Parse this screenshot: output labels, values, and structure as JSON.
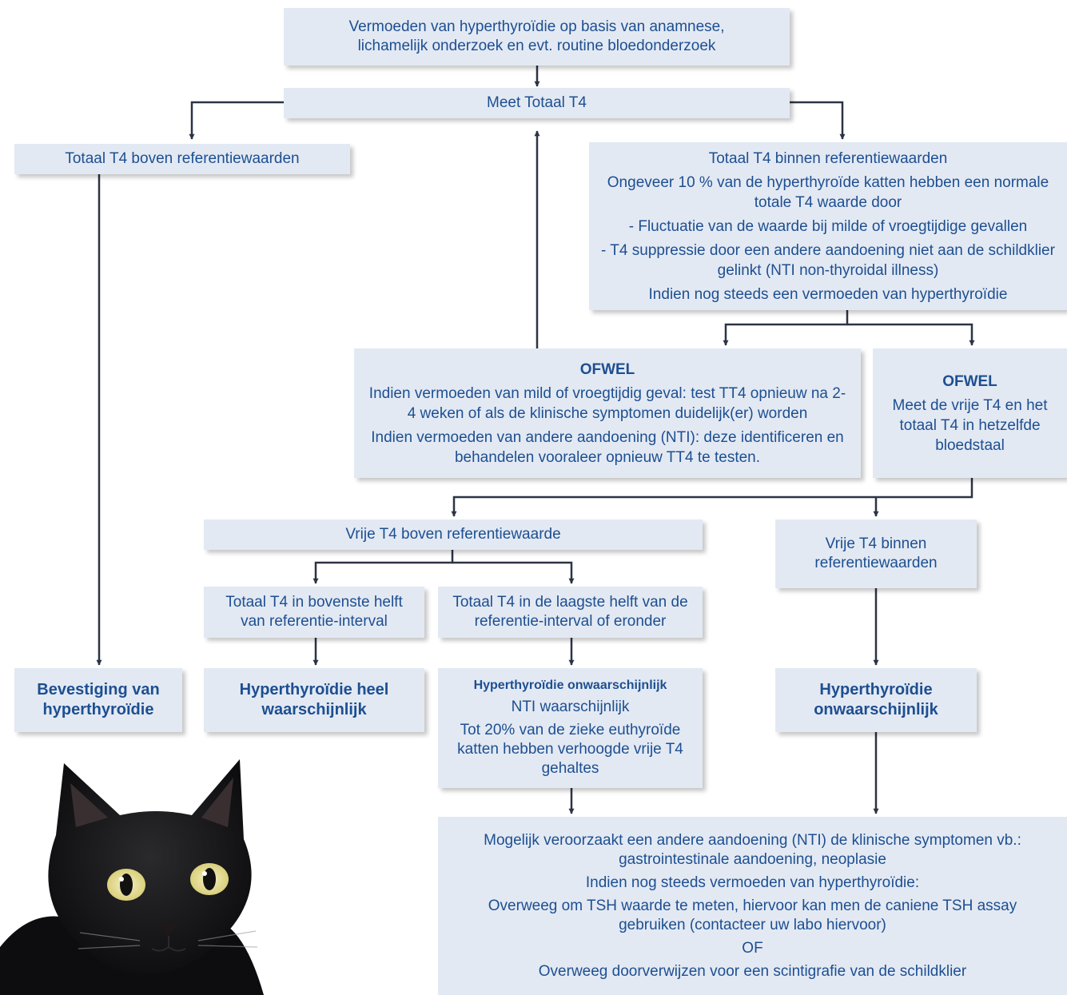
{
  "colors": {
    "box_fill": "#e3e9f3",
    "text": "#1d4f91",
    "connector": "#2b3445"
  },
  "nodes": {
    "suspicion": [
      "Vermoeden van hyperthyroïdie op basis van anamnese,",
      "lichamelijk onderzoek en evt. routine bloedonderzoek"
    ],
    "measure_tt4": "Meet Totaal T4",
    "tt4_above": "Totaal T4 boven referentiewaarden",
    "tt4_within": {
      "title": "Totaal T4 binnen referentiewaarden",
      "line1": "Ongeveer 10 % van de hyperthyroïde katten hebben een normale totale T4 waarde door",
      "line2": "- Fluctuatie van de waarde bij milde of vroegtijdige gevallen",
      "line3": "- T4 suppressie door een andere aandoening niet aan de schildklier gelinkt (NTI non-thyroidal illness)",
      "line4": "Indien nog steeds een vermoeden van hyperthyroïdie"
    },
    "either_retest": {
      "heading": "OFWEL",
      "line1": "Indien vermoeden van mild of vroegtijdig geval: test TT4 opnieuw na 2-4 weken of als de klinische symptomen duidelijk(er) worden",
      "line2": "Indien vermoeden van andere aandoening (NTI): deze identificeren en behandelen vooraleer opnieuw TT4 te testen."
    },
    "either_ft4": {
      "heading": "OFWEL",
      "text": "Meet de vrije T4 en het totaal T4 in hetzelfde bloedstaal"
    },
    "ft4_above": "Vrije T4 boven referentiewaarde",
    "ft4_within": "Vrije T4 binnen referentiewaarden",
    "tt4_upper_half": "Totaal T4 in bovenste helft van referentie-interval",
    "tt4_lower_half": "Totaal T4 in de laagste helft van de referentie-interval of eronder",
    "confirmed": "Bevestiging van hyperthyroïdie",
    "very_likely": "Hyperthyroïdie heel waarschijnlijk",
    "unlikely_nti": {
      "heading": "Hyperthyroïdie onwaarschijnlijk",
      "line1": "NTI waarschijnlijk",
      "line2": "Tot 20% van de zieke euthyroïde katten hebben verhoogde vrije T4 gehaltes"
    },
    "unlikely": "Hyperthyroïdie onwaarschijnlijk",
    "final": {
      "line1": "Mogelijk veroorzaakt een andere aandoening (NTI) de klinische symptomen vb.: gastrointestinale aandoening, neoplasie",
      "line2": "Indien nog steeds vermoeden van hyperthyroïdie:",
      "line3": "Overweeg om TSH waarde te meten, hiervoor kan men de caniene TSH assay gebruiken (contacteer uw labo hiervoor)",
      "line4": "OF",
      "line5": "Overweeg doorverwijzen voor een scintigrafie van de schildklier"
    }
  }
}
